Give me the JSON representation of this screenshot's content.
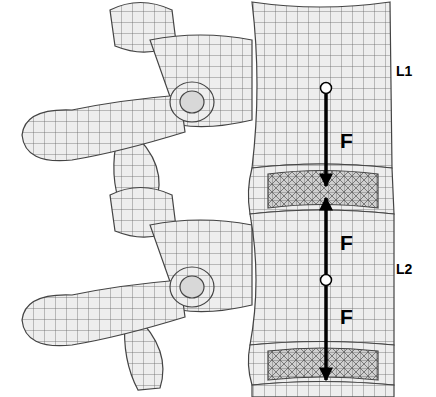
{
  "diagram": {
    "labels": [
      "L1",
      "F",
      "F",
      "F",
      "L2"
    ]
  }
}
